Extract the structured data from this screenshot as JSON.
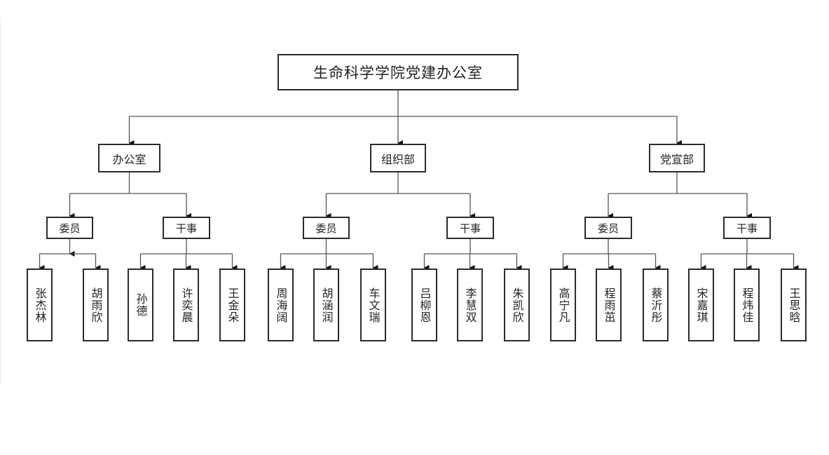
{
  "colors": {
    "line": "#555555",
    "border": "#2b2b2b",
    "text": "#222222",
    "background": "#ffffff"
  },
  "org_chart": {
    "root": {
      "label": "生命科学学院党建办公室"
    },
    "departments": [
      {
        "label": "办公室",
        "groups": [
          {
            "label": "委员",
            "members": [
              "张杰林",
              "胡雨欣"
            ]
          },
          {
            "label": "干事",
            "members": [
              "孙德",
              "许奕晨",
              "王金朵"
            ]
          }
        ]
      },
      {
        "label": "组织部",
        "groups": [
          {
            "label": "委员",
            "members": [
              "周海阔",
              "胡涵润",
              "车文瑞"
            ]
          },
          {
            "label": "干事",
            "members": [
              "吕柳恩",
              "李慧双",
              "朱凯欣"
            ]
          }
        ]
      },
      {
        "label": "党宣部",
        "groups": [
          {
            "label": "委员",
            "members": [
              "高宁凡",
              "程雨茁",
              "蔡沂彤"
            ]
          },
          {
            "label": "干事",
            "members": [
              "宋嘉琪",
              "程炜佳",
              "王思晗"
            ]
          }
        ]
      }
    ]
  }
}
